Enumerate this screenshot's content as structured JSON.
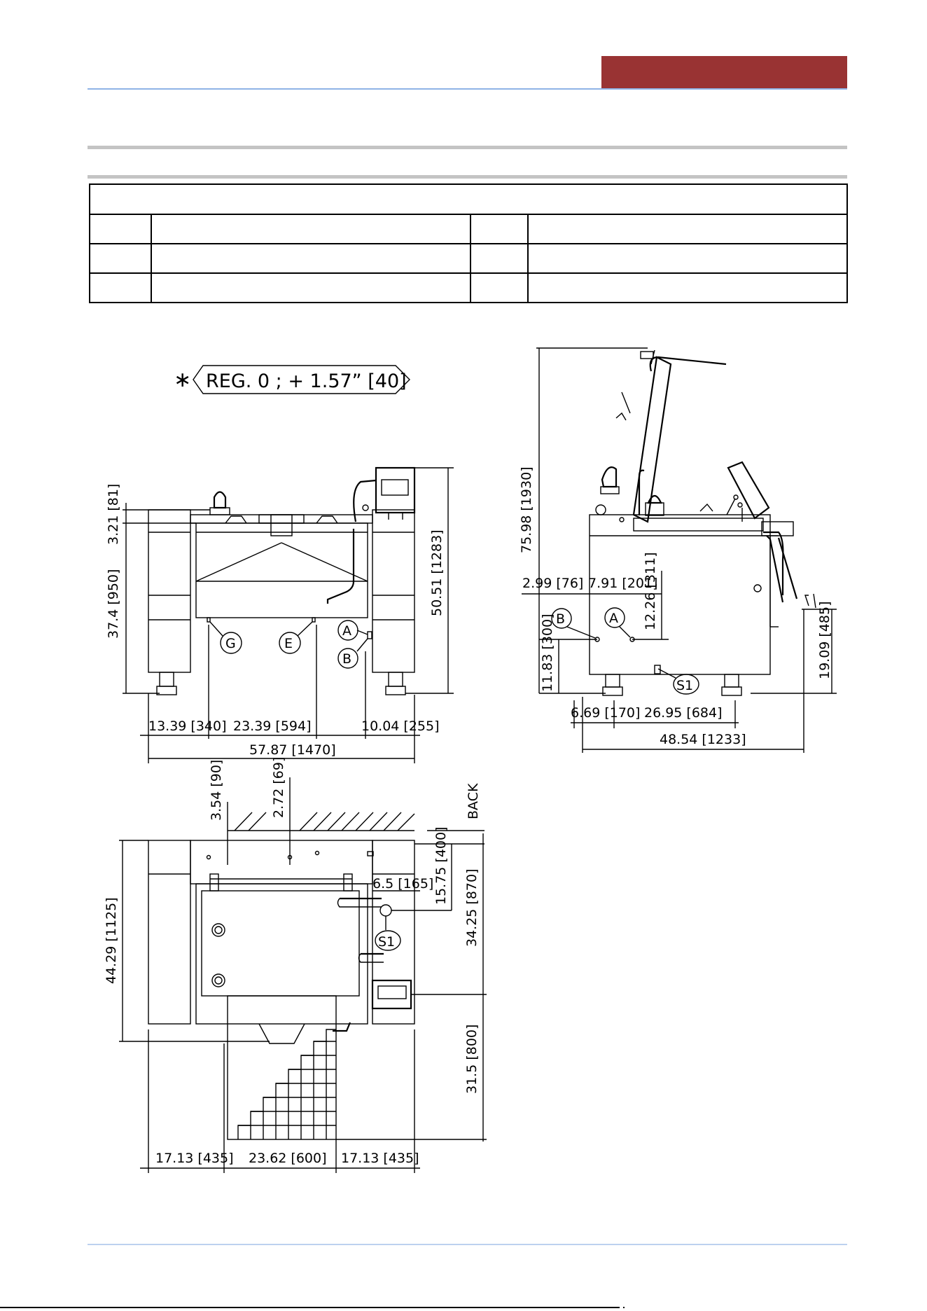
{
  "colors": {
    "band": "#993333",
    "rule_blue": "#8fb3e6",
    "rule_gray": "#c4c4c4"
  },
  "note": {
    "star": "∗",
    "text": "REG. 0 ; + 1.57” [40]"
  },
  "labels": {
    "back": "BACK"
  },
  "front_view": {
    "dim_3_21": "3.21 [81]",
    "dim_37_4": "37.4 [950]",
    "dim_50_51": "50.51 [1283]",
    "dim_13_39": "13.39 [340]",
    "dim_23_39": "23.39 [594]",
    "dim_10_04": "10.04 [255]",
    "dim_57_87": "57.87 [1470]",
    "markers": {
      "g": "G",
      "e": "E",
      "a": "A",
      "b": "B"
    }
  },
  "side_view": {
    "dim_75_98": "75.98 [1930]",
    "dim_2_99": "2.99 [76]",
    "dim_7_91": "7.91 [201]",
    "dim_12_26": "12.26 [311]",
    "dim_11_83": "11.83 [300]",
    "dim_19_09": "19.09 [485]",
    "dim_6_69": "6.69 [170]",
    "dim_26_95": "26.95 [684]",
    "dim_48_54": "48.54 [1233]",
    "markers": {
      "a": "A",
      "b": "B",
      "s1": "S1"
    }
  },
  "top_view": {
    "dim_3_54": "3.54 [90]",
    "dim_2_72": "2.72 [69]",
    "dim_15_75": "15.75 [400]",
    "dim_6_5": "6.5 [165]",
    "dim_34_25": "34.25 [870]",
    "dim_44_29": "44.29 [1125]",
    "dim_31_5": "31.5 [800]",
    "dim_17_13_left": "17.13 [435]",
    "dim_23_62": "23.62 [600]",
    "dim_17_13_right": "17.13 [435]",
    "markers": {
      "s1": "S1"
    }
  }
}
